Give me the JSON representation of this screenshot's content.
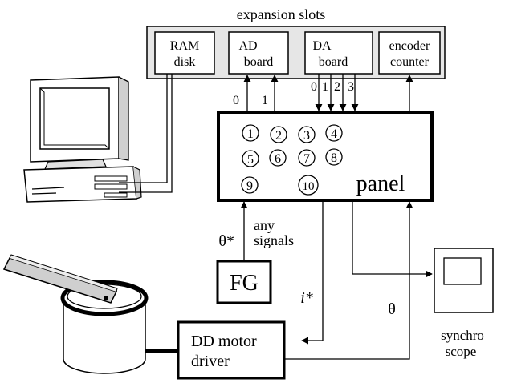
{
  "expansion_slots": {
    "title": "expansion slots",
    "ram_disk": [
      "RAM",
      "disk"
    ],
    "ad_board": [
      "AD",
      "board"
    ],
    "da_board": [
      "DA",
      "board"
    ],
    "encoder_counter": [
      "encoder",
      "counter"
    ]
  },
  "channels": {
    "ad": [
      "0",
      "1"
    ],
    "da": [
      "0",
      "1",
      "2",
      "3"
    ]
  },
  "panel": {
    "label": "panel",
    "terminals": [
      "1",
      "2",
      "3",
      "4",
      "5",
      "6",
      "7",
      "8",
      "9",
      "10"
    ]
  },
  "fg": {
    "label": "FG",
    "theta_star": "θ*",
    "any_signals": [
      "any",
      "signals"
    ]
  },
  "signals": {
    "i_star": "i*",
    "theta": "θ"
  },
  "motor_driver": [
    "DD motor",
    "driver"
  ],
  "scope": [
    "synchro",
    "scope"
  ]
}
